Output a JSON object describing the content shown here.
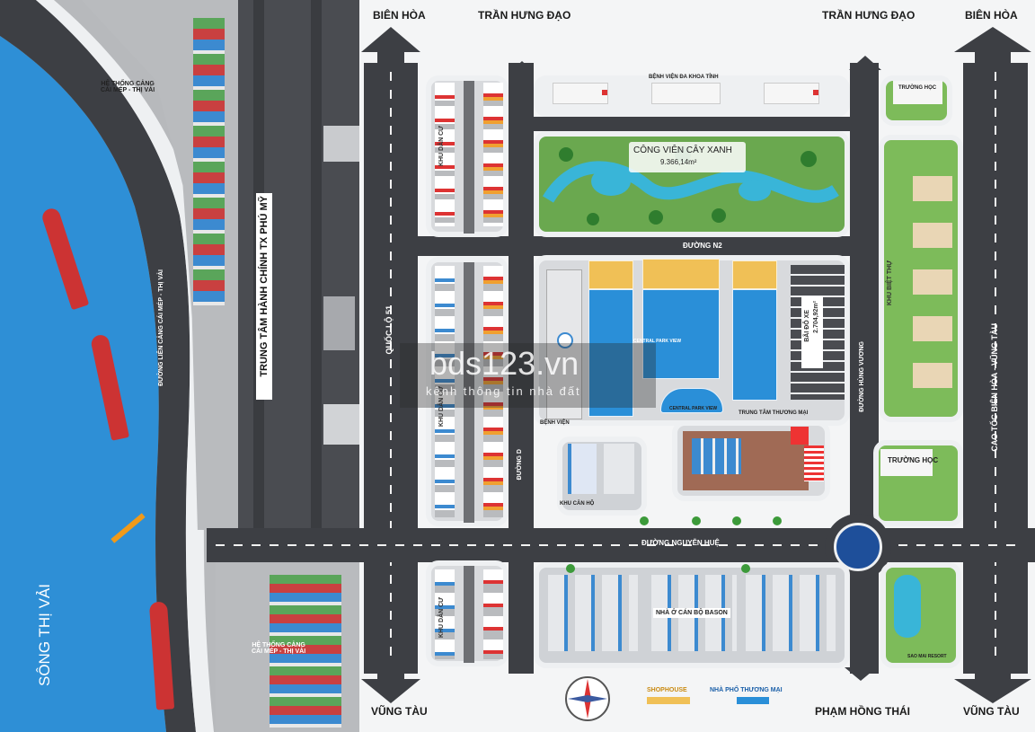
{
  "roads": {
    "top_left": "BIÊN HÒA",
    "top_center": "TRẦN HƯNG ĐẠO",
    "top_center_right": "TRẦN HƯNG ĐẠO",
    "top_right": "BIÊN HÒA",
    "bottom_left": "VŨNG TÀU",
    "bottom_center": "PHẠM HỒNG THÁI",
    "bottom_right": "VŨNG TÀU",
    "ql51": "QUỐC LỘ 51",
    "highway": "CAO TỐC BIÊN HÒA - VŨNG TÀU",
    "nguyen_hue": "ĐƯỜNG NGUYỄN HUỆ",
    "n2": "ĐƯỜNG N2",
    "hung_vuong": "ĐƯỜNG HÙNG VƯƠNG",
    "duong_d": "ĐƯỜNG D",
    "port_road": "ĐƯỜNG LIÊN CẢNG CÁI MÉP - THỊ VẢI"
  },
  "places": {
    "river": "SÔNG THỊ VẢI",
    "port_top": "HỆ THỐNG CẢNG\nCÁI MÉP - THỊ VẢI",
    "port_bottom": "HỆ THỐNG CẢNG\nCÁI MÉP - THỊ VẢI",
    "admin_center": "TRUNG TÂM HÀNH CHÍNH TX PHÚ MỸ",
    "hospital_top": "BỆNH VIỆN ĐA KHOA TỈNH",
    "school_top": "TRƯỜNG HỌC",
    "park": "CÔNG VIÊN CÂY XANH",
    "park_area": "9.366,14m²",
    "residential_1": "KHU DÂN CƯ",
    "residential_2": "KHU DÂN CƯ",
    "residential_3": "KHU DÂN CƯ",
    "villa": "KHU BIỆT THỰ",
    "parking": "BÃI ĐỖ XE",
    "parking_area": "2.704,92m²",
    "hospital": "BỆNH VIỆN",
    "mall": "TRUNG TÂM THƯƠNG MẠI",
    "school_mid": "TRƯỜNG HỌC",
    "apartments": "KHU CĂN HỘ",
    "bason": "NHÀ Ở CÁN BỘ BASON",
    "resort": "SAO MAI RESORT",
    "central_view_1": "CENTRAL PARK VIEW",
    "central_view_2": "CENTRAL PARK VIEW"
  },
  "legend": {
    "shophouse": "SHOPHOUSE",
    "shophouse_color": "#f0c056",
    "townhouse": "NHÀ PHỐ THƯƠNG MẠI",
    "townhouse_color": "#2a8fd8"
  },
  "watermark": {
    "brand": "bds123.vn",
    "tagline": "kênh thông tin nhà đất"
  },
  "colors": {
    "river": "#2e8fd6",
    "road": "#3d3f44",
    "ground": "#b7b9bc"
  },
  "icons": [
    "compass-icon",
    "roundabout-fountain-icon",
    "ship-icon",
    "crane-icon",
    "tree-icon"
  ]
}
